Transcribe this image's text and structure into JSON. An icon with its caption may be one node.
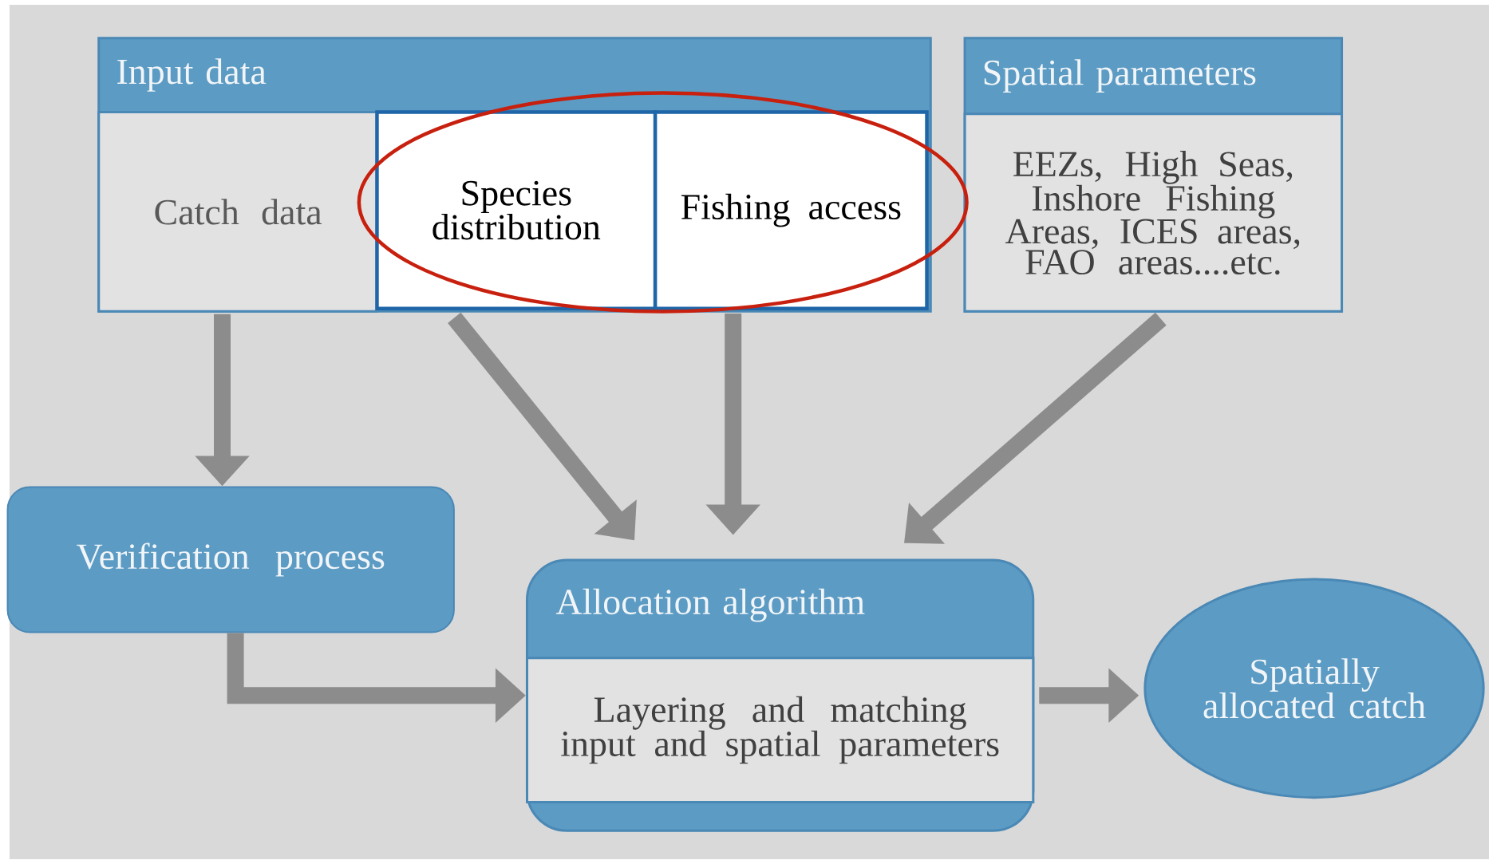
{
  "diagram": {
    "nodes": [
      {
        "text": [
          "Input data"
        ]
      },
      {
        "text": [
          "Catch data"
        ],
        "in": 0
      },
      {
        "text": [
          "Species distribution"
        ],
        "in": 0
      },
      {
        "text": [
          "Fishing access"
        ],
        "in": 0
      },
      {
        "text": [
          "Spatial parameters",
          "EEZs, High Seas, Inshore Fishing Areas, ICES areas, FAO areas....etc."
        ]
      },
      {
        "text": [
          "Verification process"
        ]
      },
      {
        "text": [
          "Allocation algorithm",
          "Layering and matching input and spatial parameters"
        ]
      },
      {
        "text": [
          "Spatially allocated catch"
        ]
      }
    ],
    "edges": [
      {
        "from": 1,
        "to": 5,
        "arrow": "to"
      },
      {
        "from": 2,
        "to": 6,
        "arrow": "to"
      },
      {
        "from": 3,
        "to": 6,
        "arrow": "to"
      },
      {
        "from": 4,
        "to": 6,
        "arrow": "to"
      },
      {
        "from": 5,
        "to": 6,
        "arrow": "to"
      },
      {
        "from": 6,
        "to": 7,
        "arrow": "to"
      }
    ]
  }
}
